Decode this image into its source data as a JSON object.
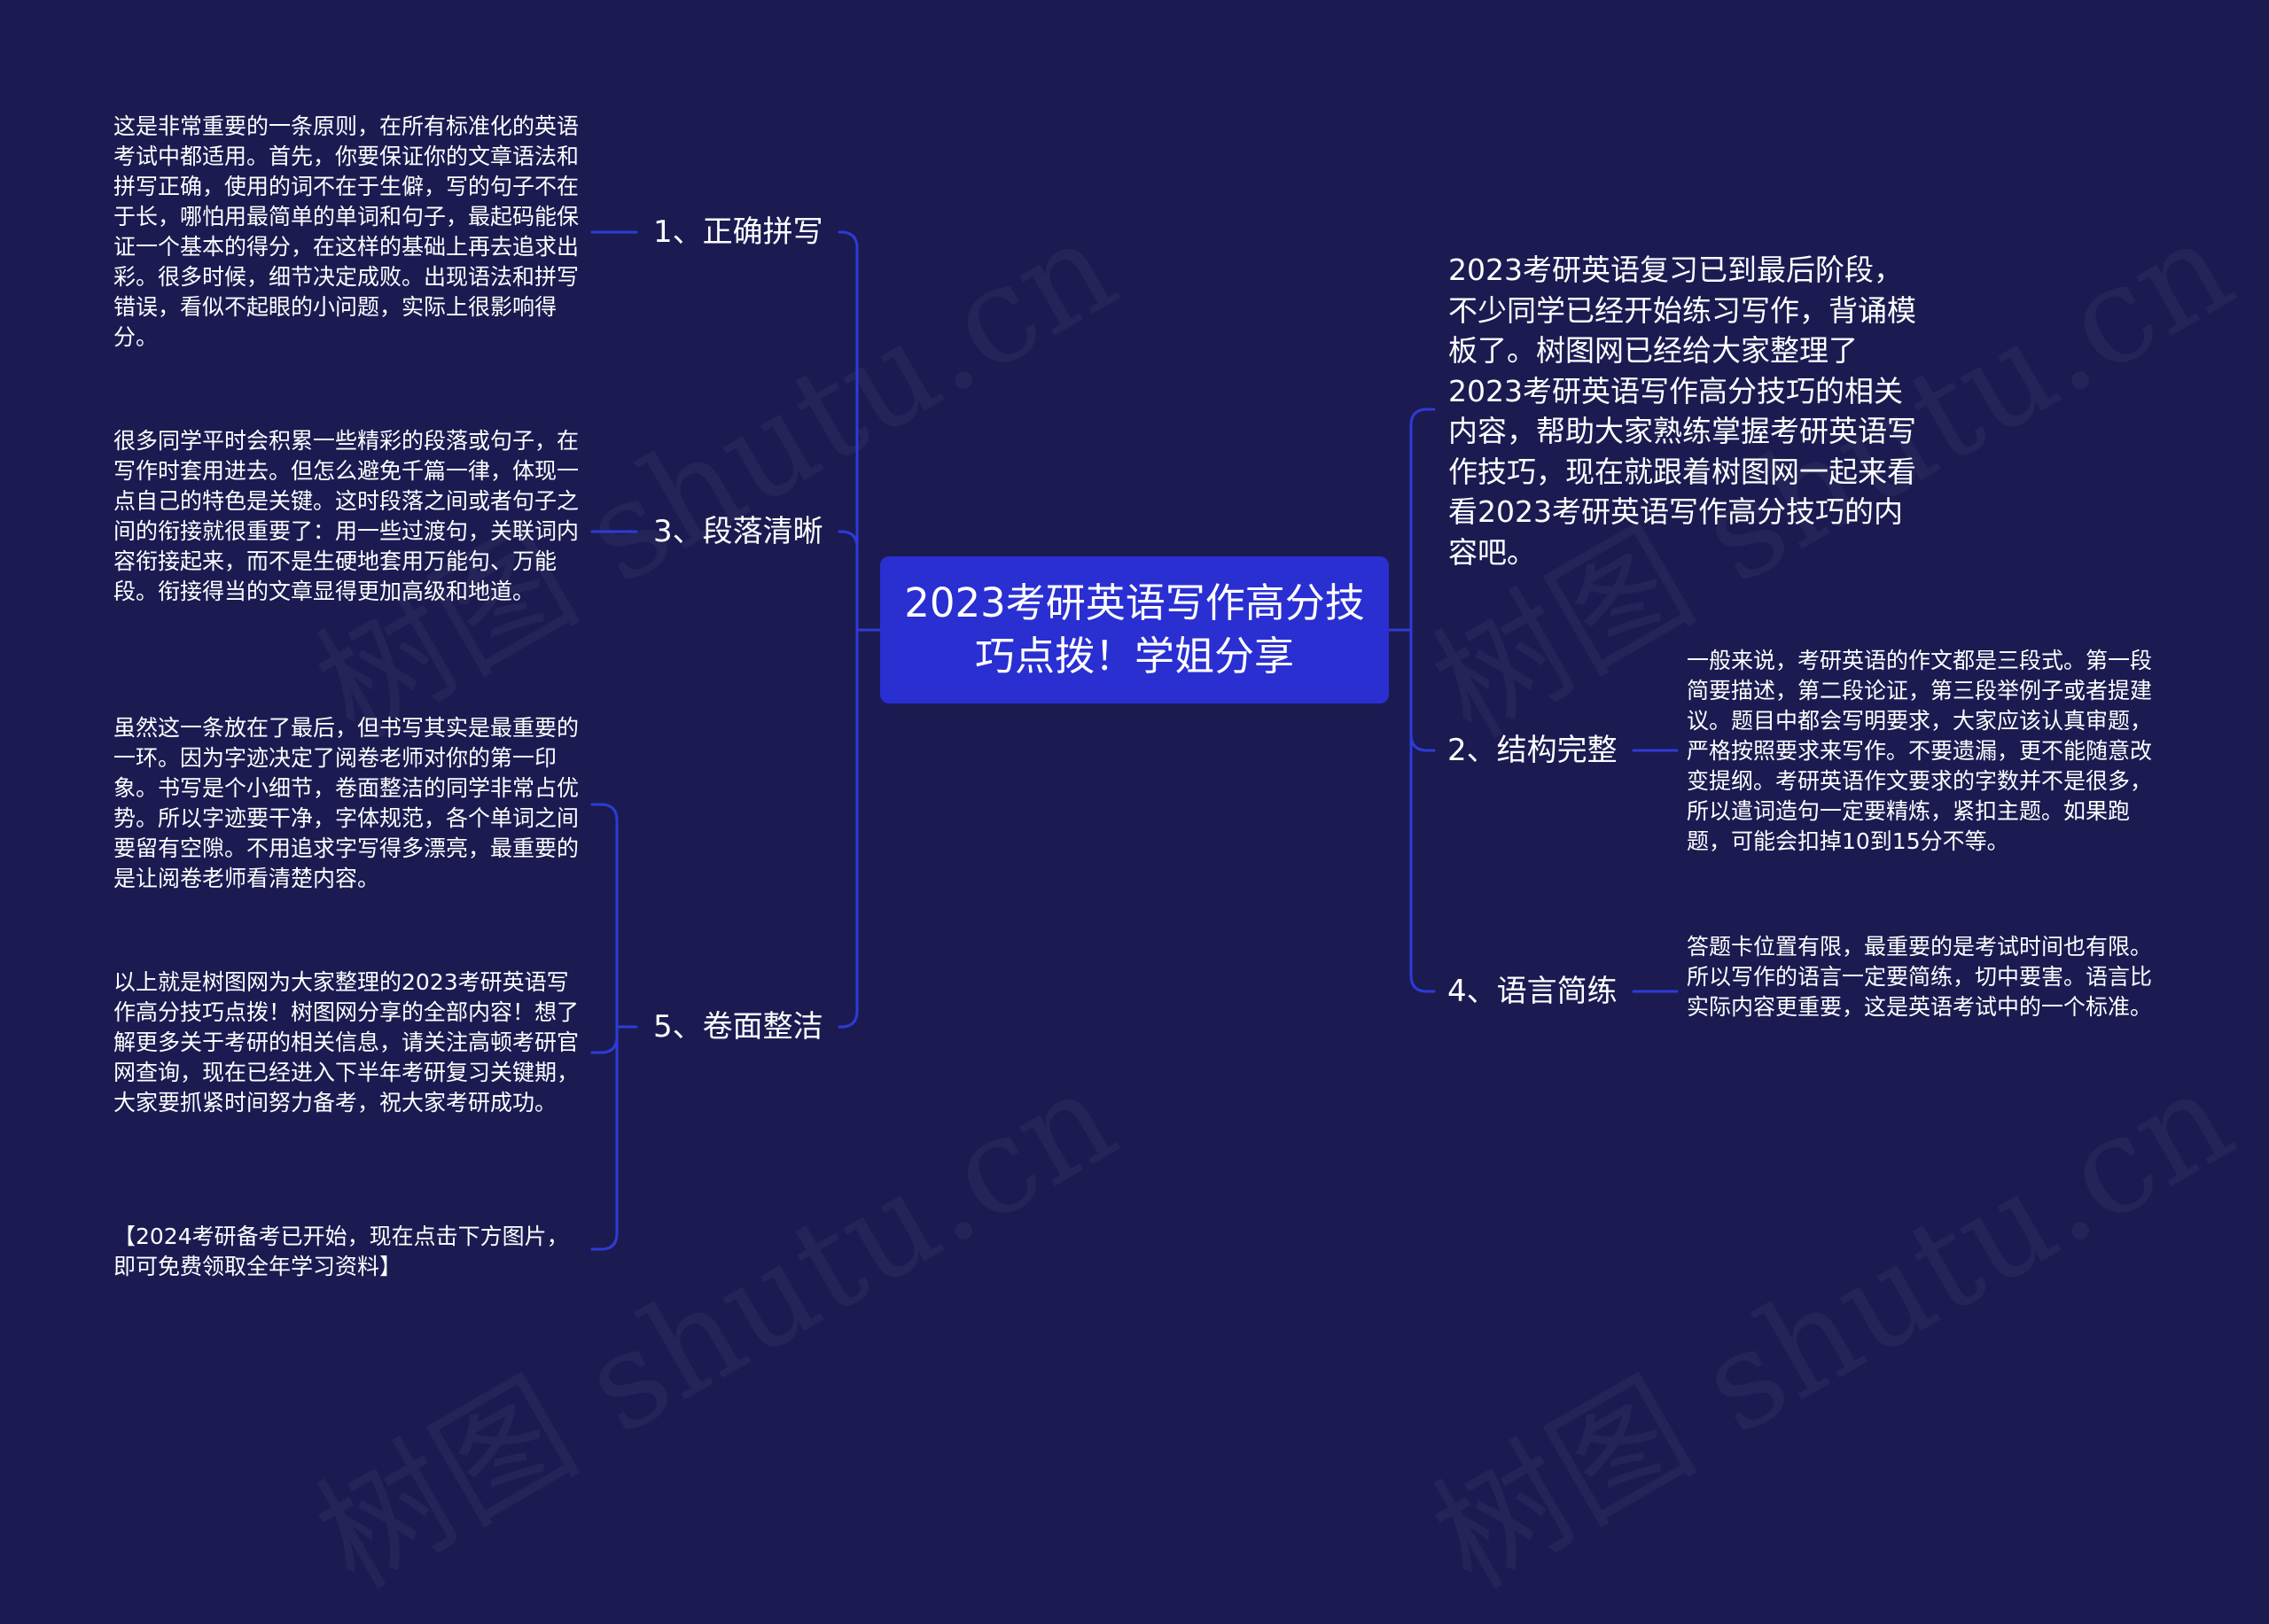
{
  "root": {
    "title": "2023考研英语写作高分技巧点拨！学姐分享"
  },
  "intro": {
    "text": "2023考研英语复习已到最后阶段，不少同学已经开始练习写作，背诵模板了。树图网已经给大家整理了2023考研英语写作高分技巧的相关内容，帮助大家熟练掌握考研英语写作技巧，现在就跟着树图网一起来看看2023考研英语写作高分技巧的内容吧。"
  },
  "branches": [
    {
      "label": "1、正确拼写",
      "leaves": [
        "这是非常重要的一条原则，在所有标准化的英语考试中都适用。首先，你要保证你的文章语法和拼写正确，使用的词不在于生僻，写的句子不在于长，哪怕用最简单的单词和句子，最起码能保证一个基本的得分，在这样的基础上再去追求出彩。很多时候，细节决定成败。出现语法和拼写错误，看似不起眼的小问题，实际上很影响得分。"
      ]
    },
    {
      "label": "3、段落清晰",
      "leaves": [
        "很多同学平时会积累一些精彩的段落或句子，在写作时套用进去。但怎么避免千篇一律，体现一点自己的特色是关键。这时段落之间或者句子之间的衔接就很重要了：用一些过渡句，关联词内容衔接起来，而不是生硬地套用万能句、万能段。衔接得当的文章显得更加高级和地道。"
      ]
    },
    {
      "label": "5、卷面整洁",
      "leaves": [
        "虽然这一条放在了最后，但书写其实是最重要的一环。因为字迹决定了阅卷老师对你的第一印象。书写是个小细节，卷面整洁的同学非常占优势。所以字迹要干净，字体规范，各个单词之间要留有空隙。不用追求字写得多漂亮，最重要的是让阅卷老师看清楚内容。",
        "以上就是树图网为大家整理的2023考研英语写作高分技巧点拨！树图网分享的全部内容！想了解更多关于考研的相关信息，请关注高顿考研官网查询，现在已经进入下半年考研复习关键期，大家要抓紧时间努力备考，祝大家考研成功。",
        "【2024考研备考已开始，现在点击下方图片，即可免费领取全年学习资料】"
      ]
    },
    {
      "label": "2、结构完整",
      "leaves": [
        "一般来说，考研英语的作文都是三段式。第一段简要描述，第二段论证，第三段举例子或者提建议。题目中都会写明要求，大家应该认真审题，严格按照要求来写作。不要遗漏，更不能随意改变提纲。考研英语作文要求的字数并不是很多，所以遣词造句一定要精炼，紧扣主题。如果跑题，可能会扣掉10到15分不等。"
      ]
    },
    {
      "label": "4、语言简练",
      "leaves": [
        "答题卡位置有限，最重要的是考试时间也有限。所以写作的语言一定要简练，切中要害。语言比实际内容更重要，这是英语考试中的一个标准。"
      ]
    }
  ],
  "watermark": "树图 shutu.cn",
  "colors": {
    "background": "#1b1b52",
    "root_fill": "#2a2fd2",
    "connector": "#2e3bd6",
    "text": "#ffffff"
  }
}
